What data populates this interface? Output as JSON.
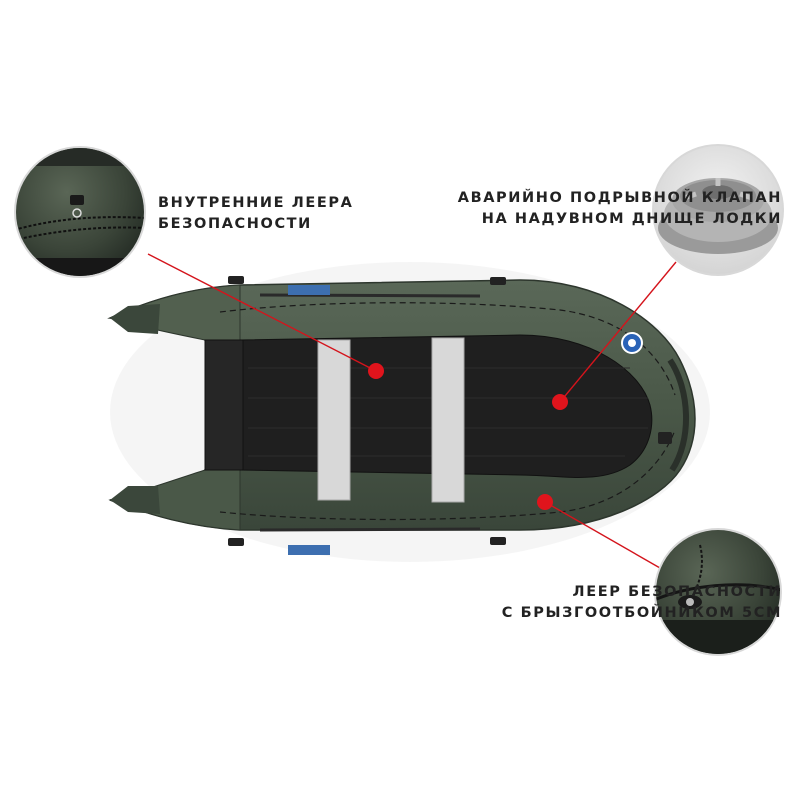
{
  "callouts": {
    "inner_rails": {
      "line1": "ВНУТРЕННИЕ ЛЕЕРА",
      "line2": "БЕЗОПАСНОСТИ"
    },
    "valve": {
      "line1": "АВАРИЙНО ПОДРЫВНОЙ КЛАПАН",
      "line2": "НА НАДУВНОМ ДНИЩЕ ЛОДКИ"
    },
    "outer_rail": {
      "line1": "ЛЕЕР БЕЗОПАСНОСТИ",
      "line2": "С БРЫЗГООТБОЙНИКОМ 5СМ"
    }
  },
  "colors": {
    "hull": "#4c5a4a",
    "hull_dark": "#2f3a30",
    "floor": "#1e1e1e",
    "seat": "#d6d6d6",
    "marker": "#e0141c",
    "pointer_line": "#d4141c",
    "text": "#222222"
  },
  "icons": {
    "marker": "red-dot-icon",
    "logo": "brand-logo-icon"
  }
}
